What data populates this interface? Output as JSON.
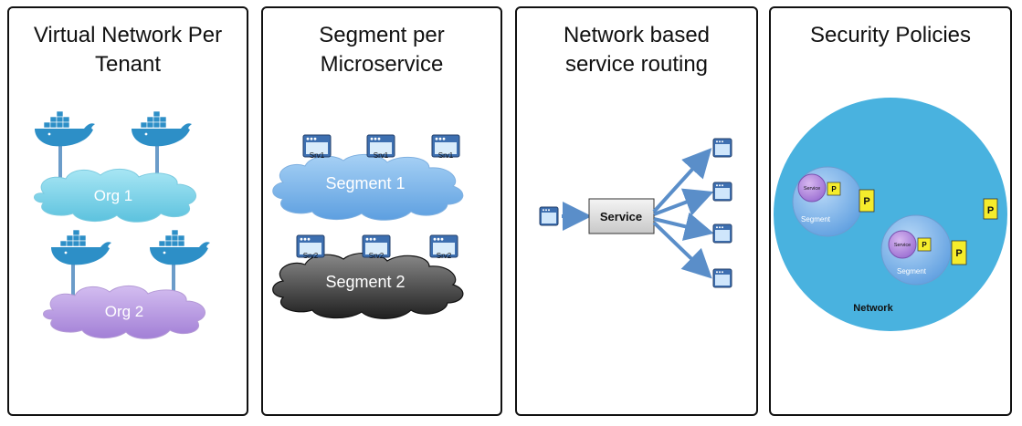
{
  "panels": [
    {
      "title_lines": [
        "Virtual Network Per",
        "Tenant"
      ],
      "clouds": [
        "Org 1",
        "Org 2"
      ]
    },
    {
      "title_lines": [
        "Segment per",
        "Microservice"
      ],
      "clouds": [
        "Segment 1",
        "Segment 2"
      ],
      "service_labels": [
        "Srv1",
        "Srv1",
        "Srv1",
        "Srv2",
        "Srv2",
        "Srv2"
      ]
    },
    {
      "title_lines": [
        "Network based",
        "service routing"
      ],
      "service_box": "Service"
    },
    {
      "title_lines": [
        "Security Policies"
      ],
      "network_label": "Network",
      "segment_label": "Segment",
      "service_label": "Service",
      "policy_label": "P"
    }
  ],
  "colors": {
    "docker_blue": "#2d8fc7",
    "org_cloud": "#7fd3e8",
    "org2_cloud": "#b99ae0",
    "segment1_cloud": "#7fb9ec",
    "segment2_cloud": "#3a3a3a",
    "network_fill": "#49b2df",
    "policy_yellow": "#f5ec2c"
  }
}
